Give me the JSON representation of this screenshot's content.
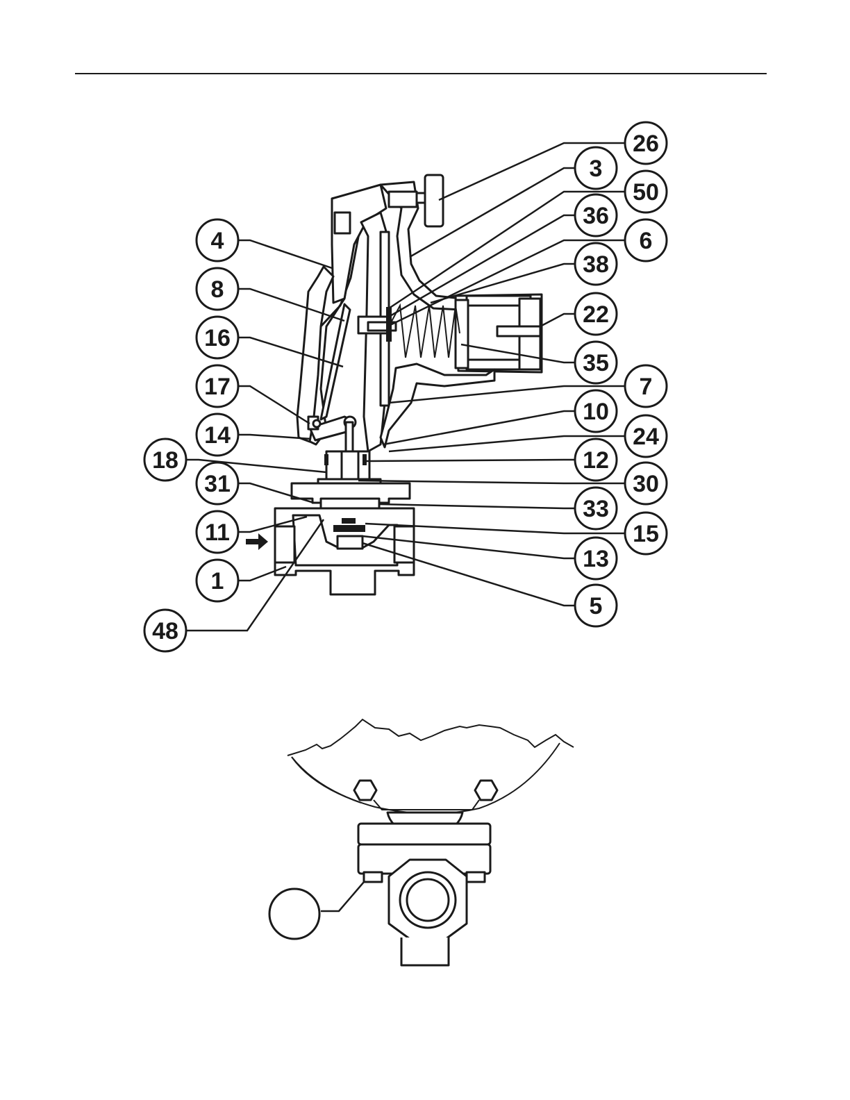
{
  "callouts": [
    {
      "id": "4",
      "label": "4"
    },
    {
      "id": "8",
      "label": "8"
    },
    {
      "id": "16",
      "label": "16"
    },
    {
      "id": "17",
      "label": "17"
    },
    {
      "id": "14",
      "label": "14"
    },
    {
      "id": "18",
      "label": "18"
    },
    {
      "id": "31",
      "label": "31"
    },
    {
      "id": "11",
      "label": "11"
    },
    {
      "id": "1",
      "label": "1"
    },
    {
      "id": "48",
      "label": "48"
    },
    {
      "id": "26",
      "label": "26"
    },
    {
      "id": "3",
      "label": "3"
    },
    {
      "id": "50",
      "label": "50"
    },
    {
      "id": "36",
      "label": "36"
    },
    {
      "id": "6",
      "label": "6"
    },
    {
      "id": "38",
      "label": "38"
    },
    {
      "id": "22",
      "label": "22"
    },
    {
      "id": "35",
      "label": "35"
    },
    {
      "id": "7",
      "label": "7"
    },
    {
      "id": "10",
      "label": "10"
    },
    {
      "id": "24",
      "label": "24"
    },
    {
      "id": "12",
      "label": "12"
    },
    {
      "id": "30",
      "label": "30"
    },
    {
      "id": "33",
      "label": "33"
    },
    {
      "id": "15",
      "label": "15"
    },
    {
      "id": "13",
      "label": "13"
    },
    {
      "id": "5",
      "label": "5"
    }
  ],
  "bottom_view": {
    "callout_label": ""
  }
}
